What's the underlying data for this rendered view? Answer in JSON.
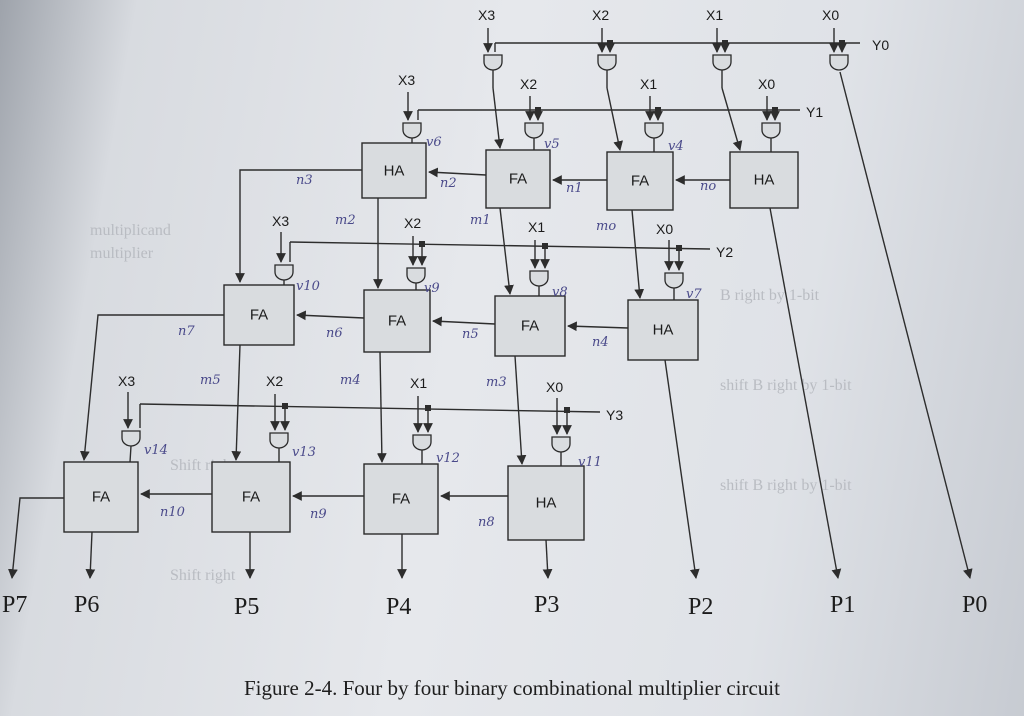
{
  "caption": "Figure 2-4. Four by four binary combinational multiplier circuit",
  "inputs": {
    "x": [
      "X3",
      "X2",
      "X1",
      "X0"
    ],
    "y": [
      "Y0",
      "Y1",
      "Y2",
      "Y3"
    ]
  },
  "outputs": [
    "P7",
    "P6",
    "P5",
    "P4",
    "P3",
    "P2",
    "P1",
    "P0"
  ],
  "adders": {
    "row1": [
      "HA",
      "FA",
      "FA",
      "HA"
    ],
    "row2": [
      "FA",
      "FA",
      "FA",
      "HA"
    ],
    "row3": [
      "FA",
      "FA",
      "FA",
      "HA"
    ]
  },
  "handwritten": [
    "n3",
    "n2",
    "n1",
    "no",
    "m2",
    "m1",
    "mo",
    "n7",
    "n6",
    "n5",
    "n4",
    "m5",
    "m4",
    "m3",
    "n10",
    "n9",
    "n8",
    "v6",
    "v5",
    "v4",
    "v10",
    "v9",
    "v8",
    "v7",
    "v14",
    "v13",
    "v12",
    "v11"
  ]
}
